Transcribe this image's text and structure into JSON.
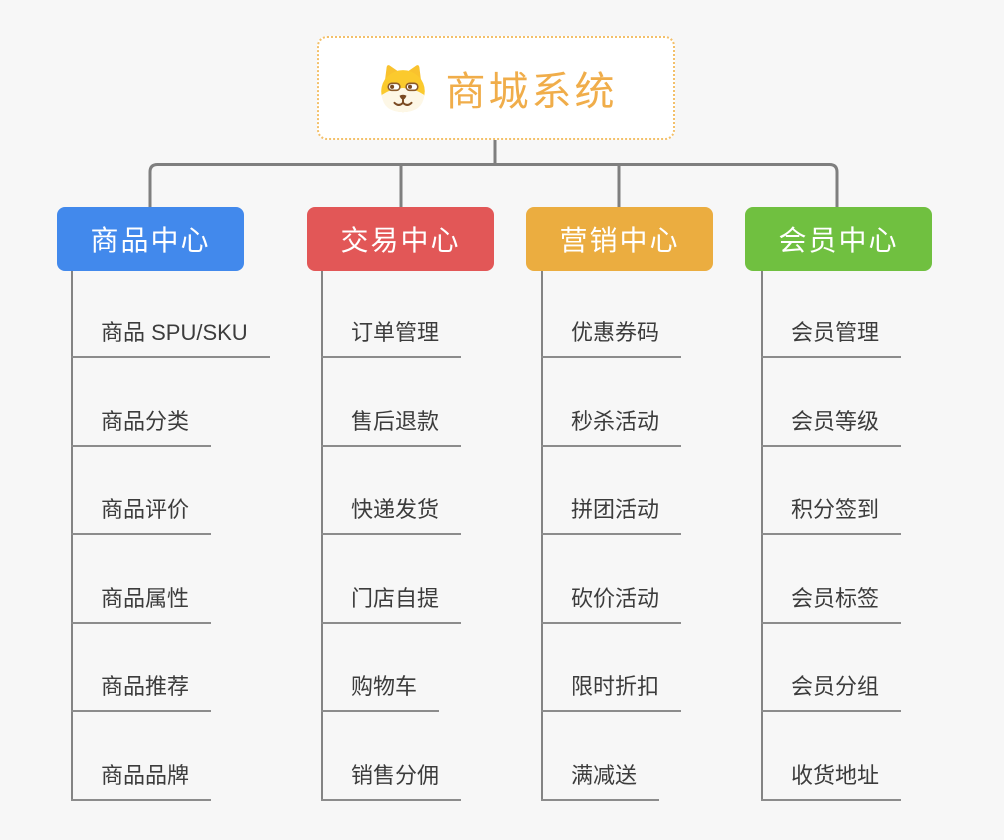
{
  "root": {
    "title": "商城系统",
    "icon": "shiba-dog-icon",
    "title_color": "#F0AD4A",
    "border_color": "#F3C06A"
  },
  "branches": [
    {
      "label": "商品中心",
      "color": "#4289EC",
      "children": [
        "商品 SPU/SKU",
        "商品分类",
        "商品评价",
        "商品属性",
        "商品推荐",
        "商品品牌"
      ]
    },
    {
      "label": "交易中心",
      "color": "#E25757",
      "children": [
        "订单管理",
        "售后退款",
        "快递发货",
        "门店自提",
        "购物车",
        "销售分佣"
      ]
    },
    {
      "label": "营销中心",
      "color": "#EBAD40",
      "children": [
        "优惠券码",
        "秒杀活动",
        "拼团活动",
        "砍价活动",
        "限时折扣",
        "满减送"
      ]
    },
    {
      "label": "会员中心",
      "color": "#70C040",
      "children": [
        "会员管理",
        "会员等级",
        "积分签到",
        "会员标签",
        "会员分组",
        "收货地址"
      ]
    }
  ],
  "style": {
    "background": "#F7F7F7",
    "connector_color": "#7F7F7F",
    "underline_color": "#8C8C8C",
    "child_text_color": "#3C3C3C"
  }
}
